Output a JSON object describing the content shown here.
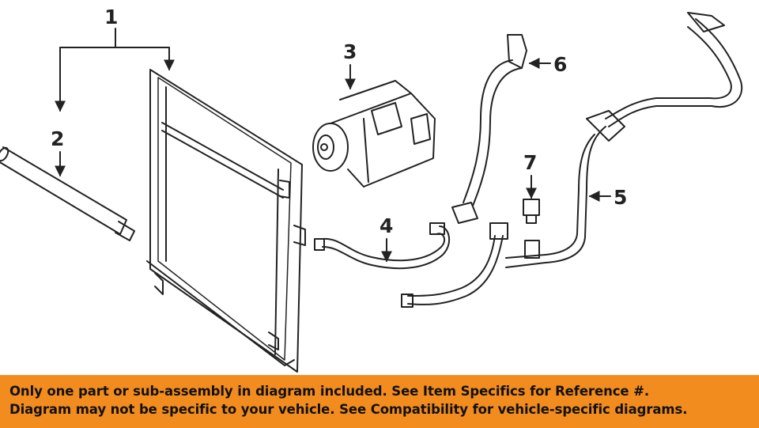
{
  "callouts": {
    "c1": "1",
    "c2": "2",
    "c3": "3",
    "c4": "4",
    "c5": "5",
    "c6": "6",
    "c7": "7"
  },
  "footer": {
    "line1": "Only one part or sub-assembly in diagram included. See Item Specifics for Reference #.",
    "line2": "Diagram may not be specific to your vehicle. See Compatibility for vehicle-specific diagrams."
  },
  "colors": {
    "banner": "#f28c1e",
    "ink": "#222222"
  }
}
